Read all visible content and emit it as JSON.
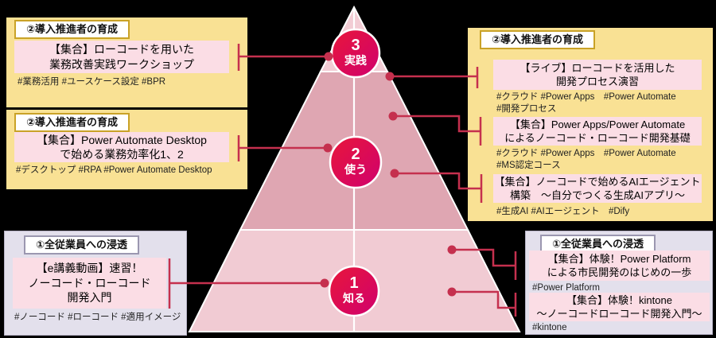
{
  "colors": {
    "group_yellow": "#f9e194",
    "group_purple": "#e3e0ec",
    "course_pink": "#fbdde5",
    "badge_border_gold": "#c9a227",
    "badge_border_gray": "#9b97b0",
    "connector_red": "#c5304e",
    "band_light": "#f2ccd4",
    "band_mid": "#dfa6b2",
    "band_bottom": "#f1cbd3",
    "circle_grad_start": "#e8173a",
    "circle_grad_end": "#d0006e"
  },
  "pyramid": {
    "levels": [
      {
        "number": "3",
        "label": "実践"
      },
      {
        "number": "2",
        "label": "使う"
      },
      {
        "number": "1",
        "label": "知る"
      }
    ]
  },
  "groups": [
    {
      "badge": "②導入推進者の育成",
      "courses": [
        {
          "title": [
            "【集合】ローコードを用いた",
            "業務改善実践ワークショップ"
          ],
          "tags": [
            "#業務活用 #ユースケース設定 #BPR"
          ]
        }
      ]
    },
    {
      "badge": "②導入推進者の育成",
      "courses": [
        {
          "title": [
            "【集合】Power Automate Desktop",
            "で始める業務効率化1、2"
          ],
          "tags": [
            "#デスクトップ #RPA #Power Automate Desktop"
          ]
        }
      ]
    },
    {
      "badge": "①全従業員への浸透",
      "courses": [
        {
          "title": [
            "【e講義動画】速習！",
            "ノーコード・ローコード",
            "開発入門"
          ],
          "tags": [
            "#ノーコード #ローコード #適用イメージ"
          ]
        }
      ]
    },
    {
      "badge": "②導入推進者の育成",
      "courses": [
        {
          "title": [
            "【ライブ】ローコードを活用した",
            "開発プロセス演習"
          ],
          "tags": [
            "#クラウド #Power Apps　#Power Automate",
            "#開発プロセス"
          ]
        },
        {
          "title": [
            "【集合】Power Apps/Power Automate",
            "によるノーコード・ローコード開発基礎"
          ],
          "tags": [
            "#クラウド #Power Apps　#Power Automate",
            "#MS認定コース"
          ]
        },
        {
          "title": [
            "【集合】ノーコードで始めるAIエージェント",
            "構築　～自分でつくる生成AIアプリ～"
          ],
          "tags": [
            "#生成AI #AIエージェント　#Dify"
          ]
        }
      ]
    },
    {
      "badge": "①全従業員への浸透",
      "courses": [
        {
          "title": [
            "【集合】体験！Power Platform",
            "による市民開発のはじめの一歩"
          ],
          "tags": [
            "#Power Platform"
          ]
        },
        {
          "title": [
            "【集合】体験！kintone",
            "～ノーコードローコード開発入門～"
          ],
          "tags": [
            "#kintone"
          ]
        }
      ]
    }
  ]
}
